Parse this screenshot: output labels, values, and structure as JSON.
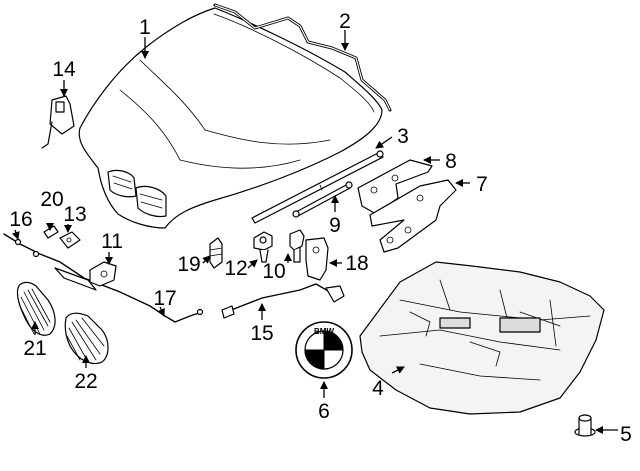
{
  "callouts": [
    {
      "id": "1",
      "label": "1"
    },
    {
      "id": "2",
      "label": "2"
    },
    {
      "id": "3",
      "label": "3"
    },
    {
      "id": "4",
      "label": "4"
    },
    {
      "id": "5",
      "label": "5"
    },
    {
      "id": "6",
      "label": "6"
    },
    {
      "id": "7",
      "label": "7"
    },
    {
      "id": "8",
      "label": "8"
    },
    {
      "id": "9",
      "label": "9"
    },
    {
      "id": "10",
      "label": "10"
    },
    {
      "id": "11",
      "label": "11"
    },
    {
      "id": "12",
      "label": "12"
    },
    {
      "id": "13",
      "label": "13"
    },
    {
      "id": "14",
      "label": "14"
    },
    {
      "id": "15",
      "label": "15"
    },
    {
      "id": "16",
      "label": "16"
    },
    {
      "id": "17",
      "label": "17"
    },
    {
      "id": "18",
      "label": "18"
    },
    {
      "id": "19",
      "label": "19"
    },
    {
      "id": "20",
      "label": "20"
    },
    {
      "id": "21",
      "label": "21"
    },
    {
      "id": "22",
      "label": "22"
    }
  ],
  "emblem": {
    "lettering": "BMW"
  }
}
